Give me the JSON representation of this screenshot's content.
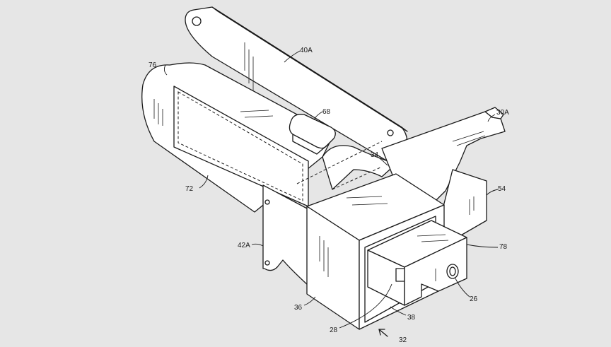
{
  "labels": {
    "l40A": "40A",
    "l76": "76",
    "l68": "68",
    "l30A": "30A",
    "l34": "34",
    "l54": "54",
    "l72": "72",
    "l42A": "42A",
    "l78": "78",
    "l36": "36",
    "l26": "26",
    "l38": "38",
    "l28": "28",
    "l32": "32"
  }
}
